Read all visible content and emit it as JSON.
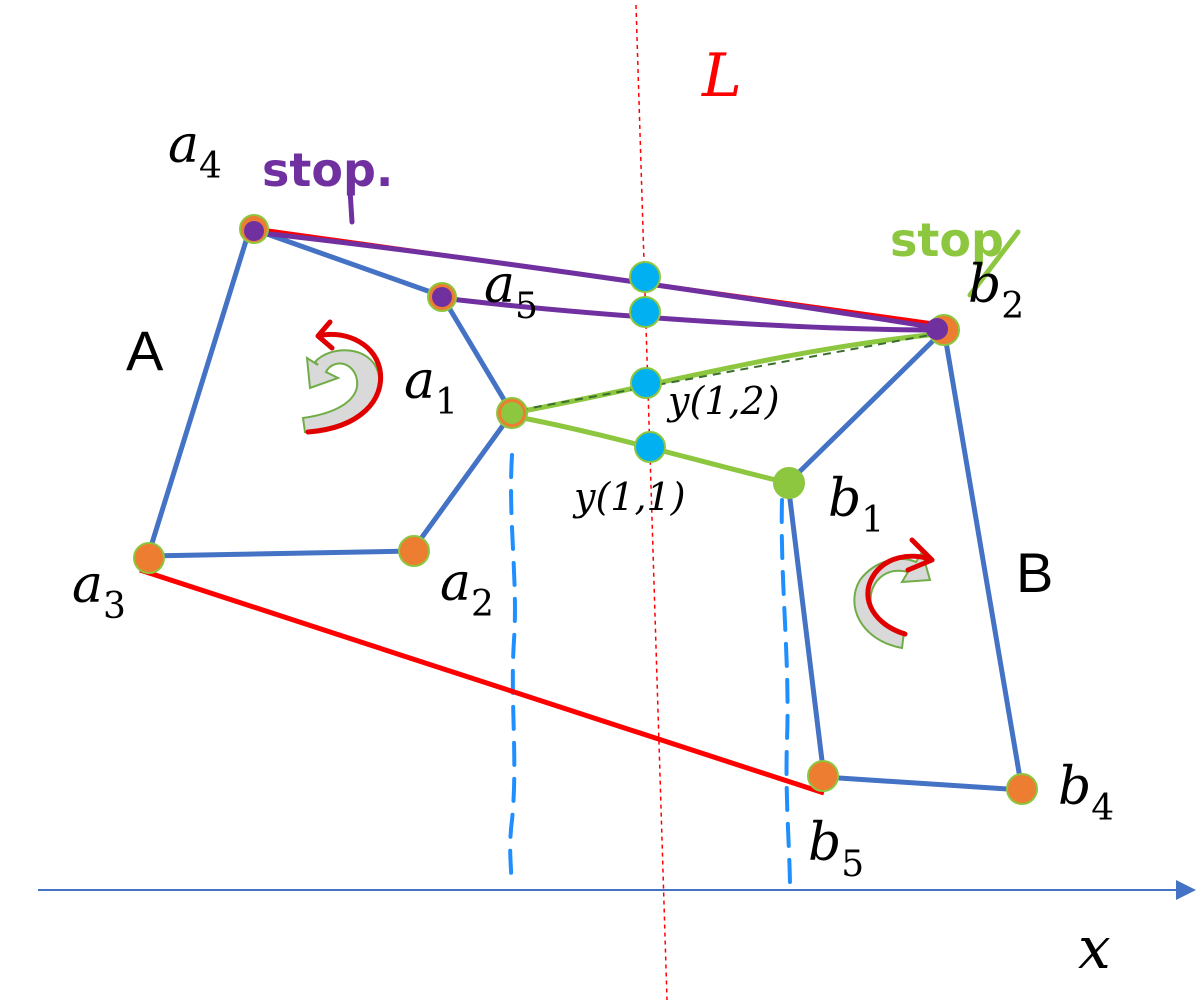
{
  "labels": {
    "line": "L",
    "axis": "x",
    "polygon_a": "A",
    "polygon_b": "B",
    "stop_purple": "stop.",
    "stop_green": "stop",
    "y11": "y(1,1)",
    "y12": "y(1,2)"
  },
  "vertices": {
    "a1": {
      "letter": "a",
      "index": "1"
    },
    "a2": {
      "letter": "a",
      "index": "2"
    },
    "a3": {
      "letter": "a",
      "index": "3"
    },
    "a4": {
      "letter": "a",
      "index": "4"
    },
    "a5": {
      "letter": "a",
      "index": "5"
    },
    "b1": {
      "letter": "b",
      "index": "1"
    },
    "b2": {
      "letter": "b",
      "index": "2"
    },
    "b4": {
      "letter": "b",
      "index": "4"
    },
    "b5": {
      "letter": "b",
      "index": "5"
    }
  },
  "colors": {
    "polygon_edge": "#4472c4",
    "tangent_red": "#ff0000",
    "purple": "#7030a0",
    "green": "#8dc63f",
    "orange": "#ed7d31",
    "cyan": "#00b0f0",
    "dashed_blue": "#1f8fff"
  }
}
